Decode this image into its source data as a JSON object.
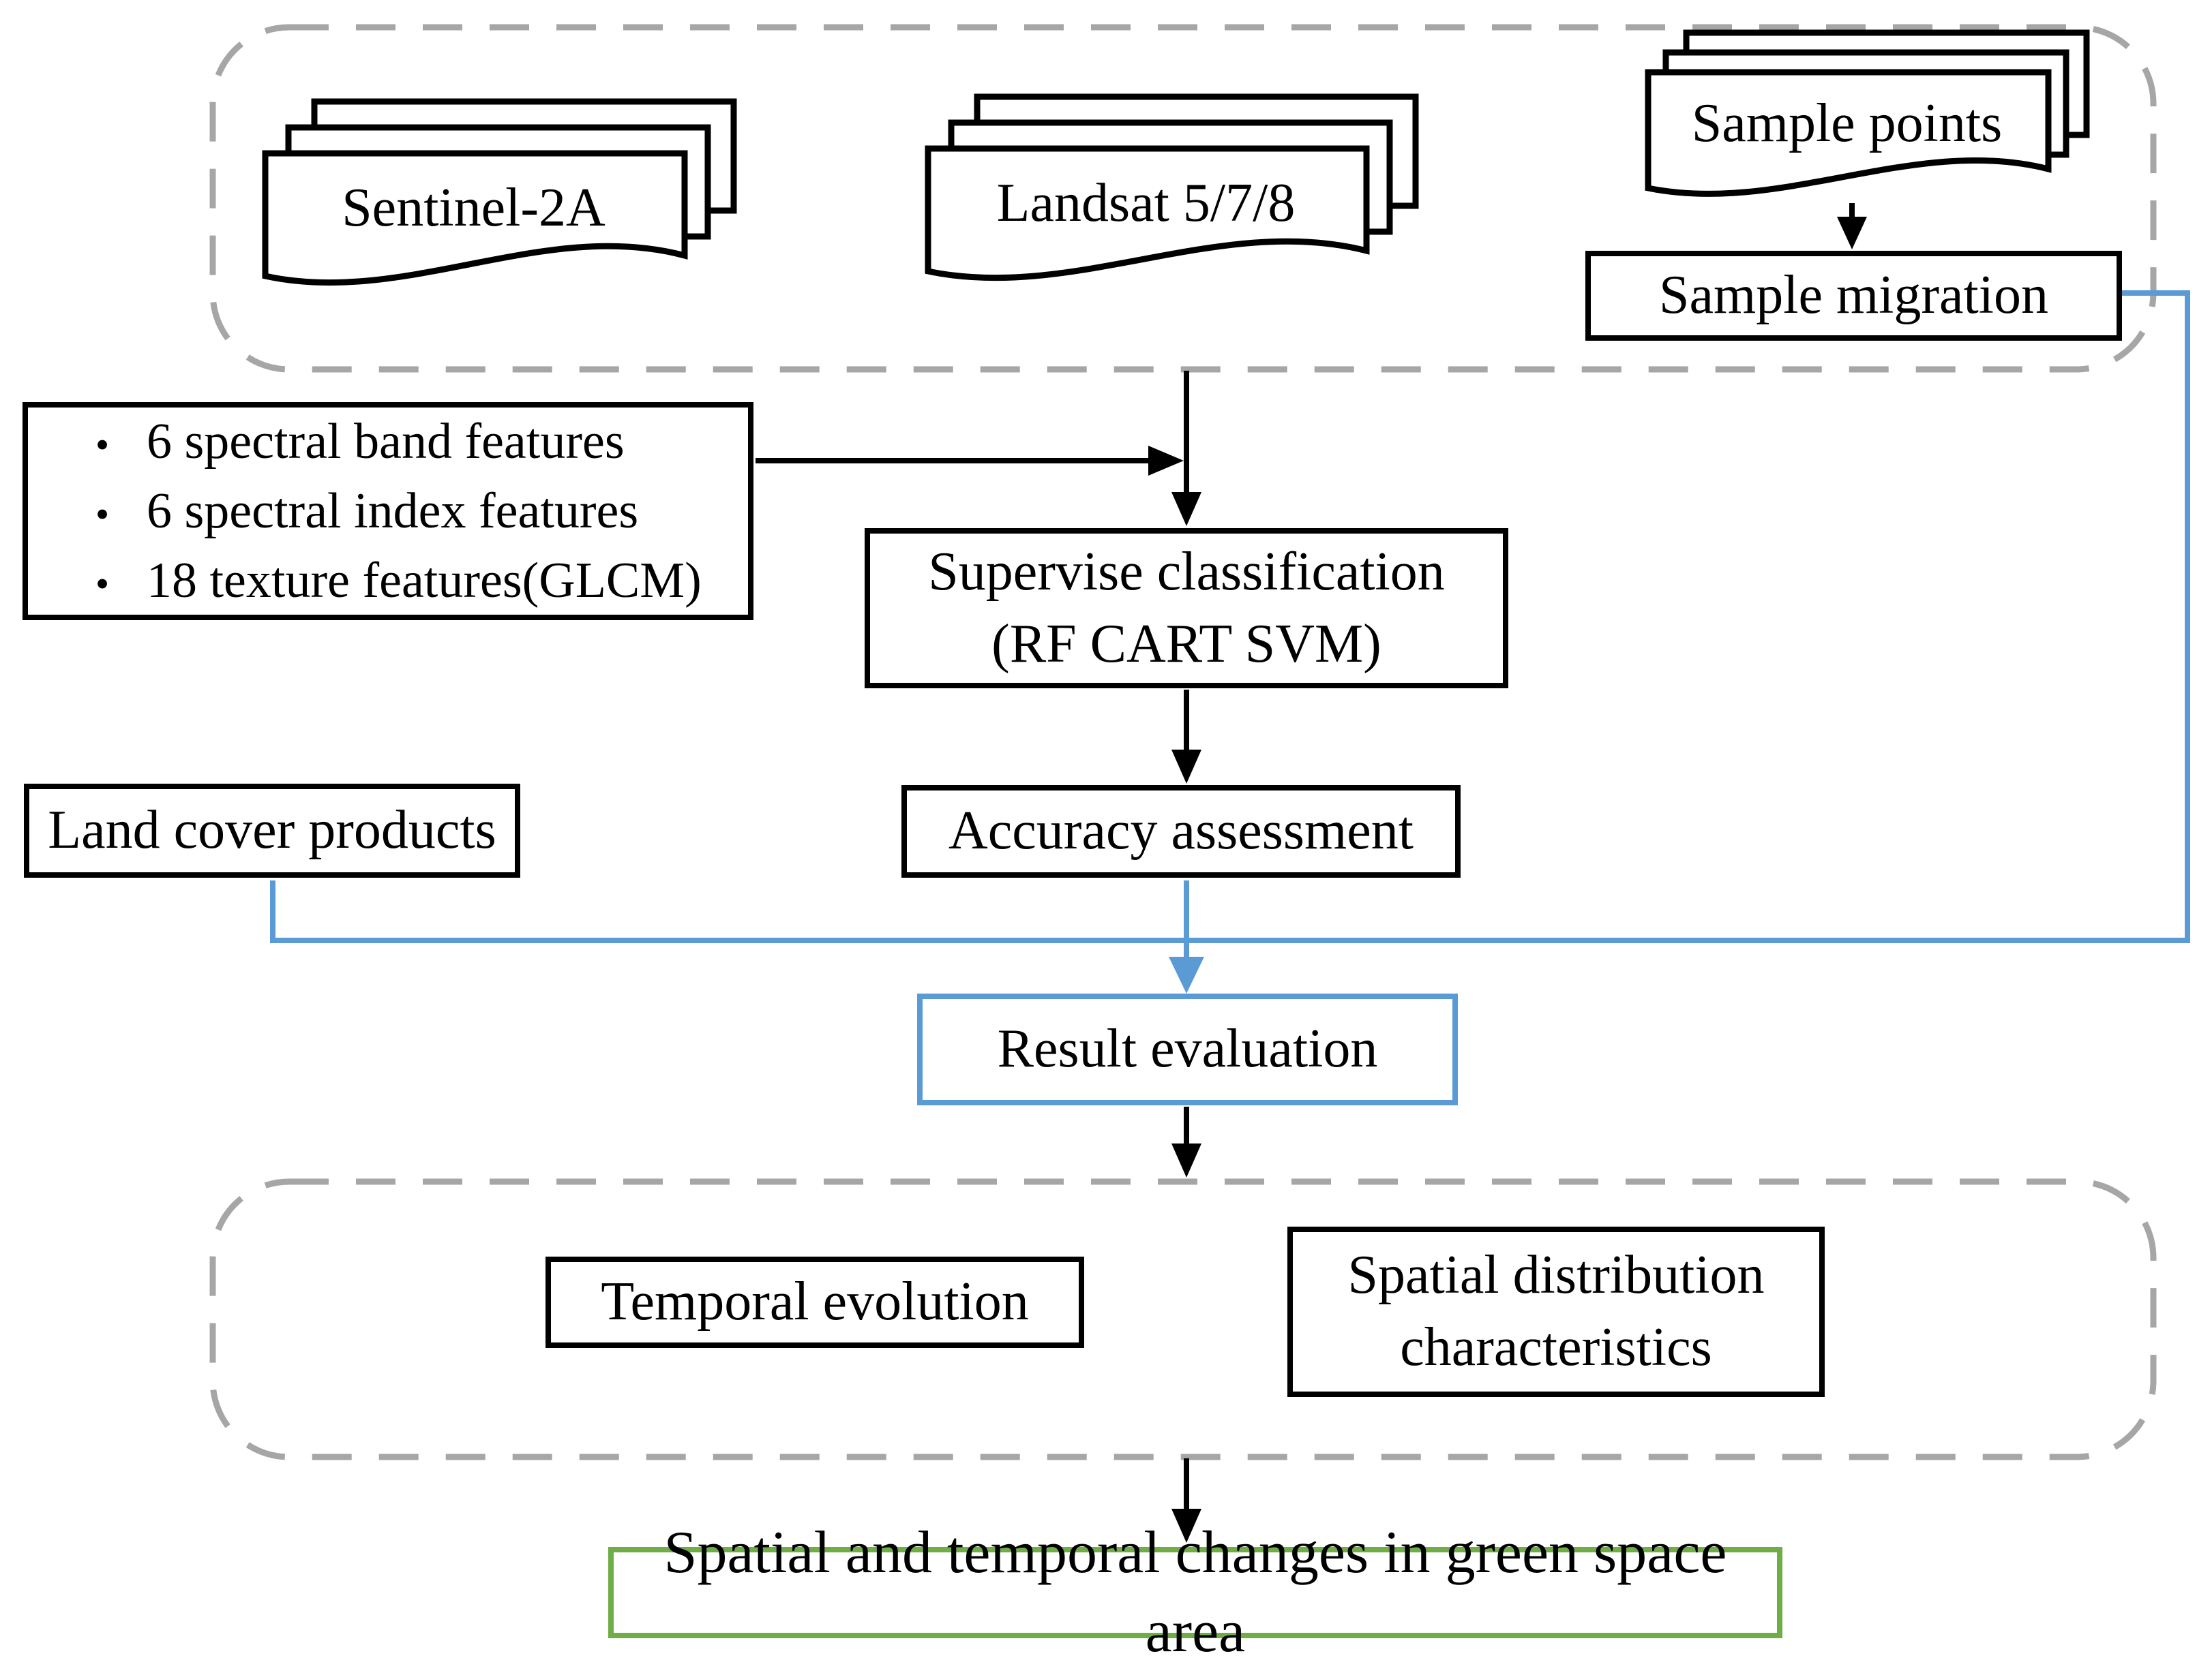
{
  "colors": {
    "connector_blue": "#5B9BD5",
    "output_green": "#70AD47",
    "dashed_gray": "#A6A6A6",
    "line_black": "#000000"
  },
  "input_group": {
    "sentinel": {
      "label": "Sentinel-2A"
    },
    "landsat": {
      "label": "Landsat 5/7/8"
    },
    "sample_points": {
      "label": "Sample points"
    },
    "sample_migration": {
      "label": "Sample migration"
    }
  },
  "features": {
    "bullet": "•",
    "items": [
      "6 spectral band features",
      "6 spectral index features",
      "18 texture features(GLCM)"
    ]
  },
  "process": {
    "supervise_classification": {
      "line1": "Supervise classification",
      "line2": "(RF CART SVM)"
    },
    "accuracy_assessment": {
      "label": "Accuracy assessment"
    },
    "land_cover_products": {
      "label": "Land cover products"
    },
    "result_evaluation": {
      "label": "Result evaluation"
    }
  },
  "analysis_group": {
    "temporal_evolution": {
      "label": "Temporal evolution"
    },
    "spatial_distribution": {
      "line1": "Spatial distribution",
      "line2": "characteristics"
    }
  },
  "output": {
    "label": "Spatial and temporal changes in green space area"
  }
}
